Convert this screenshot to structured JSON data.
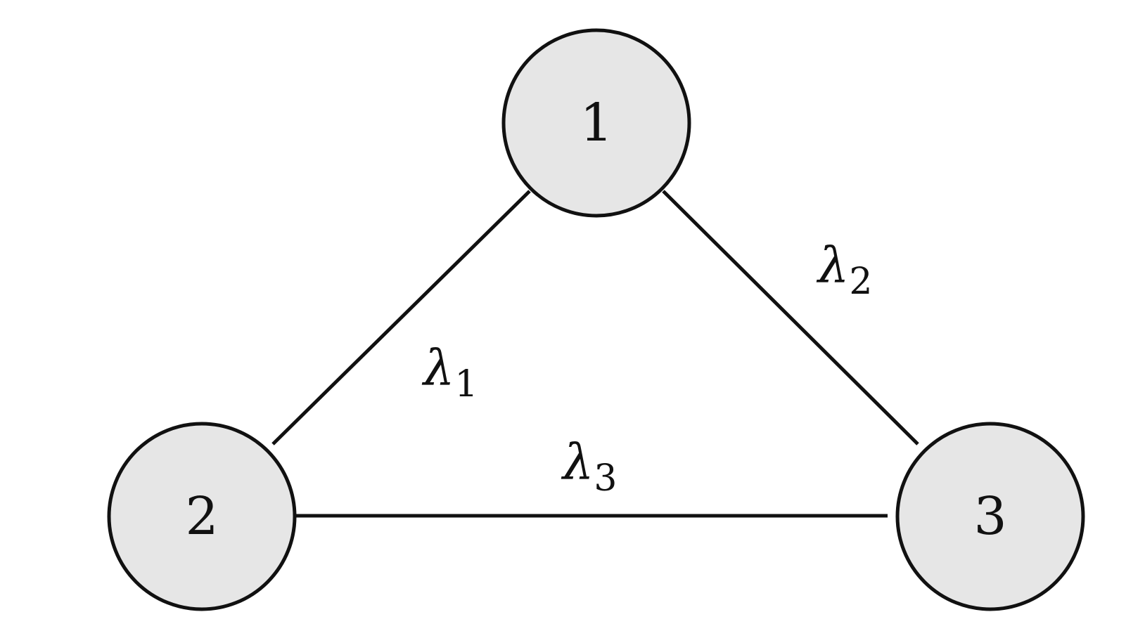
{
  "nodes": [
    {
      "id": "1",
      "label": "1"
    },
    {
      "id": "2",
      "label": "2"
    },
    {
      "id": "3",
      "label": "3"
    }
  ],
  "edges": [
    {
      "from": "1",
      "to": "2",
      "symbol": "λ",
      "subscript": "1"
    },
    {
      "from": "1",
      "to": "3",
      "symbol": "λ",
      "subscript": "2"
    },
    {
      "from": "2",
      "to": "3",
      "symbol": "λ",
      "subscript": "3"
    }
  ],
  "colors": {
    "node_fill": "#e6e6e6",
    "stroke": "#111111",
    "background": "#ffffff"
  }
}
